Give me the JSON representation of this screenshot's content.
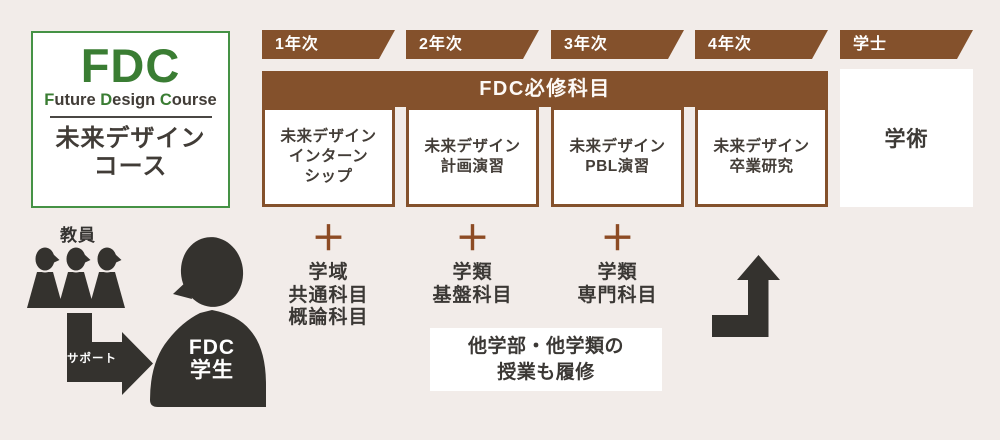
{
  "colors": {
    "background": "#f2ece9",
    "brown": "#84512c",
    "plus_brown": "#8d4b24",
    "green_text": "#3a7d33",
    "green_border": "#459245",
    "charcoal": "#34322e",
    "dark_text": "#413c37",
    "white": "#ffffff"
  },
  "logo": {
    "acronym": "FDC",
    "subtitle_segments": [
      {
        "text": "F",
        "accent": true
      },
      {
        "text": "uture ",
        "accent": false
      },
      {
        "text": "D",
        "accent": true
      },
      {
        "text": "esign ",
        "accent": false
      },
      {
        "text": "C",
        "accent": true
      },
      {
        "text": "ourse",
        "accent": false
      }
    ],
    "name_line1": "未来デザイン",
    "name_line2": "コース"
  },
  "banner_label": "FDC必修科目",
  "columns": [
    {
      "tab_label": "1年次",
      "course_lines": [
        "未来デザイン",
        "インターン",
        "シップ"
      ],
      "plus": "＋",
      "addition_lines": [
        "学域",
        "共通科目",
        "概論科目"
      ]
    },
    {
      "tab_label": "2年次",
      "course_lines": [
        "未来デザイン",
        "計画演習"
      ],
      "plus": "＋",
      "addition_lines": [
        "学類",
        "基盤科目"
      ]
    },
    {
      "tab_label": "3年次",
      "course_lines": [
        "未来デザイン",
        "PBL演習"
      ],
      "plus": "＋",
      "addition_lines": [
        "学類",
        "専門科目"
      ]
    },
    {
      "tab_label": "4年次",
      "course_lines": [
        "未来デザイン",
        "卒業研究"
      ]
    },
    {
      "tab_label": "学士",
      "degree_label": "学術"
    }
  ],
  "shared_note_lines": [
    "他学部・他学類の",
    "授業も履修"
  ],
  "actors": {
    "teachers_label": "教員",
    "support_label": "サポート",
    "student_line1": "FDC",
    "student_line2": "学生"
  }
}
